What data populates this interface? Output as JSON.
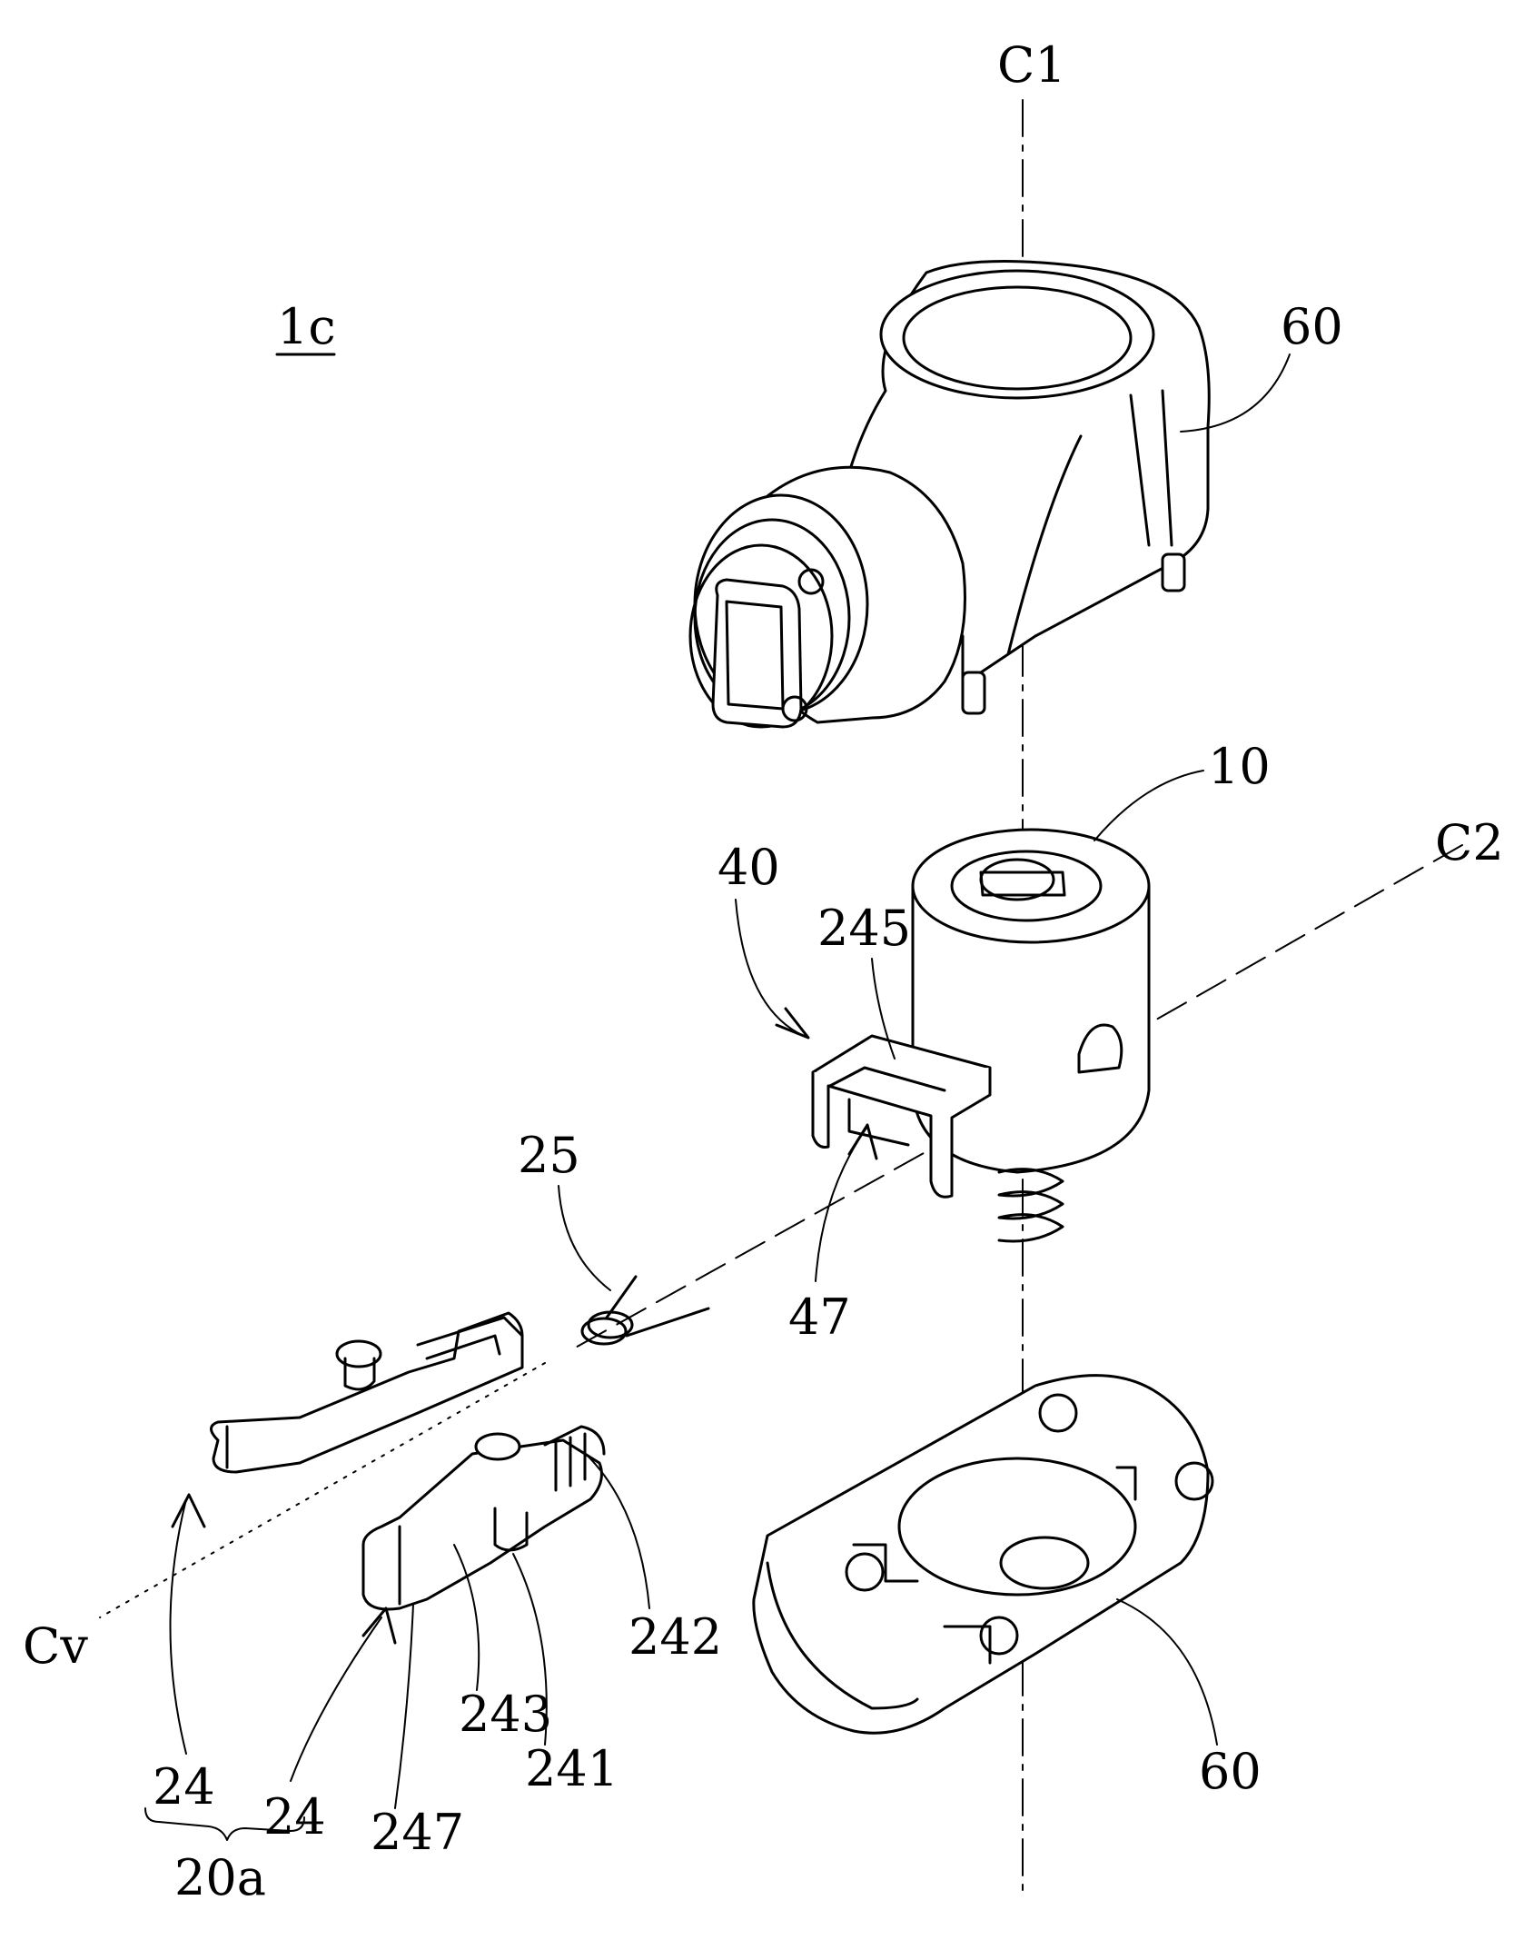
{
  "figure_id": "1c",
  "axes": {
    "c1": "C1",
    "c2": "C2",
    "cv": "Cv"
  },
  "labels": {
    "housing_top": "60",
    "housing_bottom": "60",
    "rotor": "10",
    "bracket": "40",
    "bracket_top": "245",
    "bracket_slot": "47",
    "spring": "25",
    "latch_a": "24",
    "latch_b": "24",
    "boss": "241",
    "knurl": "242",
    "arm": "243",
    "hook": "247",
    "assembly": "20a"
  }
}
